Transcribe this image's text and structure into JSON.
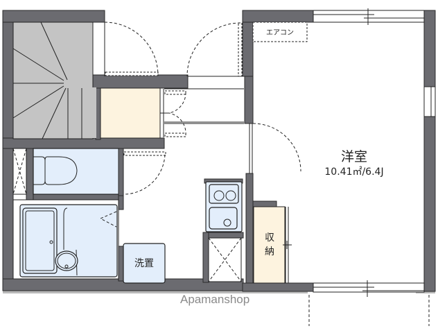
{
  "floorplan": {
    "rooms": {
      "western_room": {
        "name": "洋室",
        "area": "10.41㎡/6.4J"
      },
      "storage": {
        "line1": "収",
        "line2": "納"
      },
      "laundry": {
        "name": "洗置"
      },
      "aircon": {
        "name": "エアコン"
      }
    },
    "watermark": "Apamanshop",
    "colors": {
      "wall": "#6b6b70",
      "stair": "#c4c4c4",
      "storage": "#fdf3df",
      "wet_area": "#e3eefb",
      "watermark": "#8a8a8a"
    }
  }
}
